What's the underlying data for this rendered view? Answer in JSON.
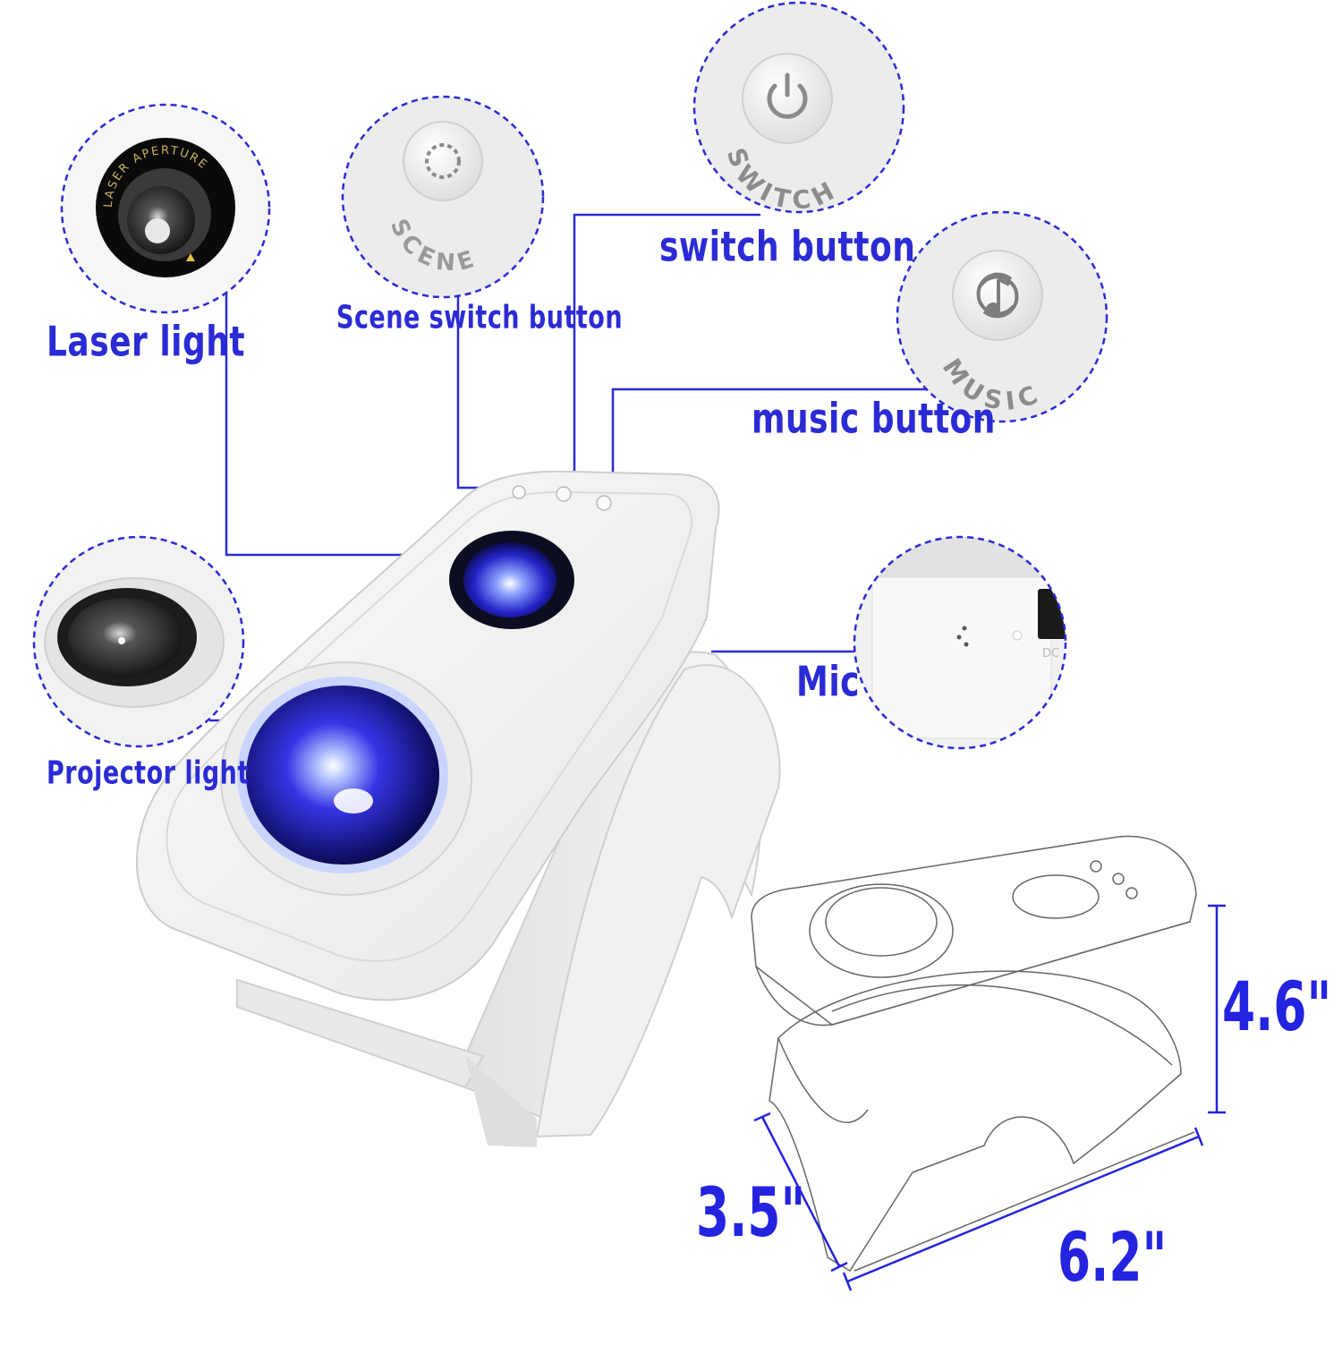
{
  "callouts": {
    "laser_light": "Laser light",
    "scene_switch_button": "Scene switch button",
    "switch_button": "switch button",
    "music_button": "music button",
    "mic": "Mic",
    "projector_light": "Projector light"
  },
  "button_prints": {
    "laser_aperture": "LASER APERTURE",
    "scene": "SCENE",
    "switch": "SWITCH",
    "music": "MUSIC",
    "dc": "DC"
  },
  "dimensions": {
    "height": "4.6\"",
    "depth": "3.5\"",
    "width": "6.2\""
  },
  "colors": {
    "callout_blue": "#2b2bd6",
    "device_white": "#f4f4f4",
    "lens_blue": "#2a2ad0"
  },
  "icons": [
    "power-icon",
    "music-note-icon",
    "scene-dots-icon"
  ]
}
